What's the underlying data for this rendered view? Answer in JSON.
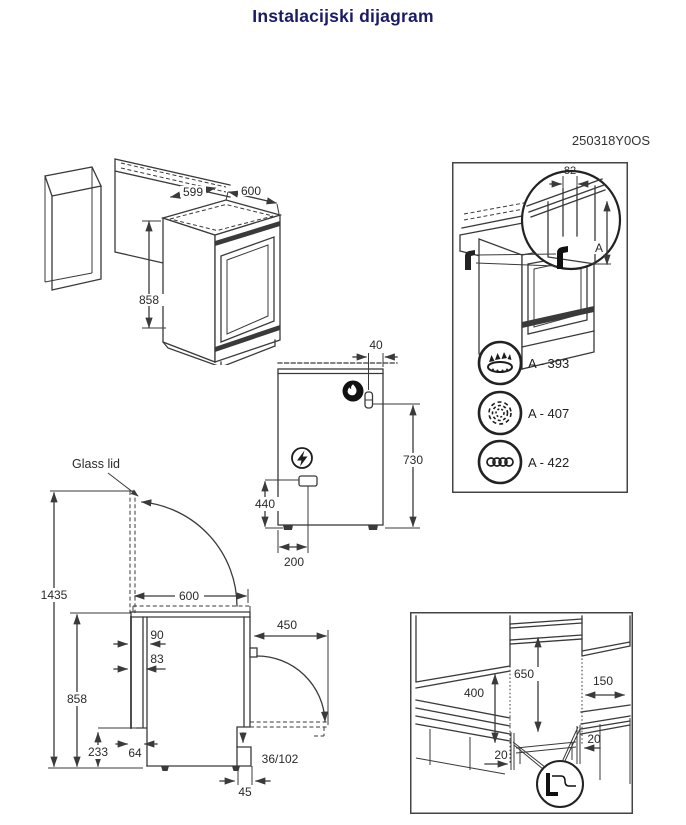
{
  "title": "Instalacijski dijagram",
  "product_code": "250318Y0OS",
  "colors": {
    "title_navy": "#1b1a67",
    "line_gray": "#3a3a3a",
    "background": "#ffffff"
  },
  "isometric": {
    "depth": "599",
    "width": "600",
    "height": "858"
  },
  "detail_box": {
    "corner_gap": "82",
    "height_var": "A",
    "hob_types": [
      {
        "icon": "gas-burner-icon",
        "label": "A - 393"
      },
      {
        "icon": "swirl-burner-icon",
        "label": "A - 407"
      },
      {
        "icon": "induction-coil-icon",
        "label": "A - 422"
      }
    ]
  },
  "rear_view": {
    "gas_offset": "40",
    "gas_height": "730",
    "electric_height": "440",
    "electric_offset": "200"
  },
  "side_view": {
    "glass_lid": "Glass lid",
    "lid_open_height": "1435",
    "width": "600",
    "top_rear_gap": "90",
    "back_gap": "83",
    "door_open_depth": "450",
    "height": "858",
    "base_height": "233",
    "base_inset": "64",
    "foot_adjust": "36/102",
    "foot_inset": "45"
  },
  "clearance_box": {
    "hood_height": "650",
    "cabinet_height": "400",
    "side_clearance": "150",
    "gap_left": "20",
    "gap_right": "20"
  }
}
